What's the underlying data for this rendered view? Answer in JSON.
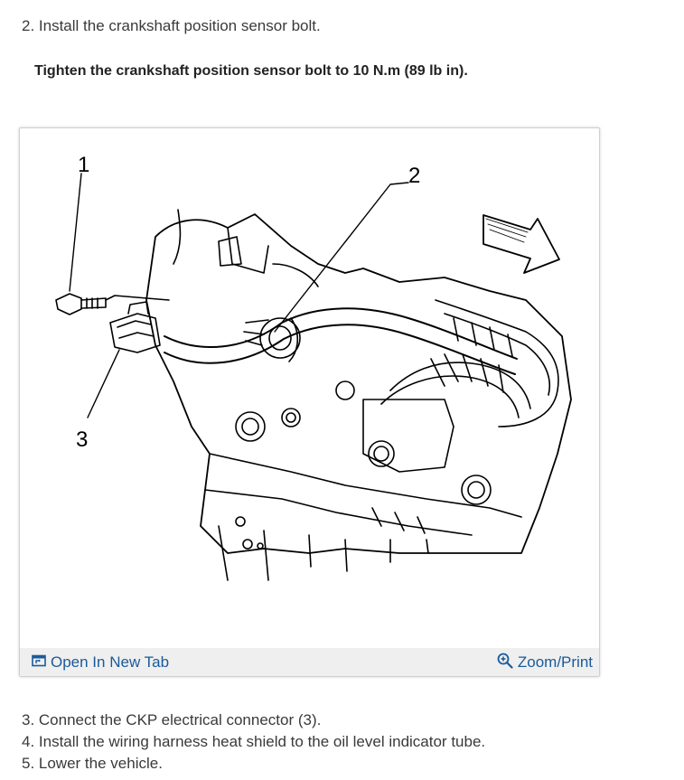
{
  "steps": {
    "step2": "2. Install the crankshaft position sensor bolt.",
    "torque_note": "Tighten the crankshaft position sensor bolt to 10 N.m (89 lb in).",
    "step3": "3. Connect the CKP electrical connector (3).",
    "step4": "4. Install the wiring harness heat shield to the oil level indicator tube.",
    "step5": "5. Lower the vehicle."
  },
  "figure": {
    "callouts": [
      "1",
      "2",
      "3"
    ],
    "toolbar": {
      "open_label": "Open In New Tab",
      "open_icon": "open-new-tab-icon",
      "zoom_label": "Zoom/Print",
      "zoom_icon": "zoom-in-icon"
    }
  },
  "colors": {
    "link": "#1a5a9a",
    "toolbar_bg": "#efefef",
    "card_border": "#cfcfcf"
  }
}
